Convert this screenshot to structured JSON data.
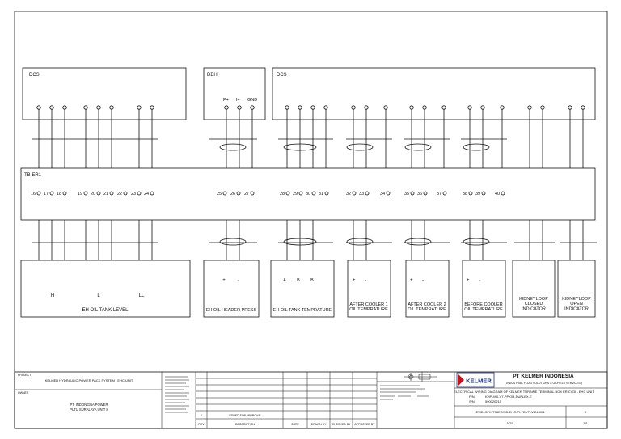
{
  "diagram": {
    "top_boxes": {
      "dcs_left": "DCS",
      "deh": "DEH",
      "dcs_right": "DCS"
    },
    "deh_signals": [
      "P+",
      "I+",
      "GND"
    ],
    "terminal_block": {
      "label": "TB ER1",
      "terminals": [
        "16",
        "17",
        "18",
        "19",
        "20",
        "21",
        "22",
        "23",
        "24",
        "25",
        "26",
        "27",
        "28",
        "29",
        "30",
        "31",
        "32",
        "33",
        "34",
        "35",
        "36",
        "37",
        "38",
        "39",
        "40"
      ]
    },
    "devices": [
      {
        "label": "EH OIL TANK LEVEL",
        "sublabels": [
          "H",
          "L",
          "LL"
        ]
      },
      {
        "label": "EH OIL HEADER PRESS",
        "sublabels": [
          "+",
          "-"
        ]
      },
      {
        "label": "EH OIL TANK TEMPRATURE",
        "sublabels": [
          "A",
          "B",
          "B"
        ]
      },
      {
        "label": "AFTER COOLER 1 OIL TEMPRATURE",
        "sublabels": [
          "+",
          "-"
        ]
      },
      {
        "label": "AFTER COOLER 2 OIL TEMPRATURE",
        "sublabels": [
          "+",
          "-"
        ]
      },
      {
        "label": "BEFORE COOLER OIL TEMPRATURE",
        "sublabels": [
          "+",
          "-"
        ]
      },
      {
        "label": "KIDNEYLOOP CLOSED INDICATOR",
        "sublabels": []
      },
      {
        "label": "KIDNEYLOOP OPEN INDICATOR",
        "sublabels": []
      }
    ]
  },
  "title_block": {
    "project_label": "PROJECT",
    "project": "KELMER HYDRAULIC POWER PACK SYSTEM - EHC UNIT",
    "owner_label": "OWNER",
    "owner_line1": "PT. INDONESIA POWER",
    "owner_line2": "PLTU SURALAYA UNIT 8",
    "company": "PT KELMER INDONESIA",
    "company_sub": "( INDUSTRIAL FLUID SOLUTIONS & OILFIELD SERVICES )",
    "logo": "KELMER",
    "drawing_title": "ELECTRICAL WIRING DIAGRAM OF KELMER TURBINE TERMINAL BOX ER CVDI - EHC UNIT",
    "pn_label": "P/N",
    "pn": "KHP-490-V7-PPK08-DUPLEX-E",
    "sn_label": "S/N",
    "sn": "590020210",
    "dwg_no": "EWD-OPK-TT8EC/SD-EHC-PI-T20/PLV-24-001",
    "rev": "0",
    "scale": "NTS",
    "sheet": "1/1",
    "rev_row_text": "ISSUED FOR APPROVAL",
    "table_headers": [
      "REV",
      "DESCRIPTION",
      "DATE",
      "DRAWN BY",
      "CHECKED BY",
      "APPROVED BY"
    ]
  }
}
